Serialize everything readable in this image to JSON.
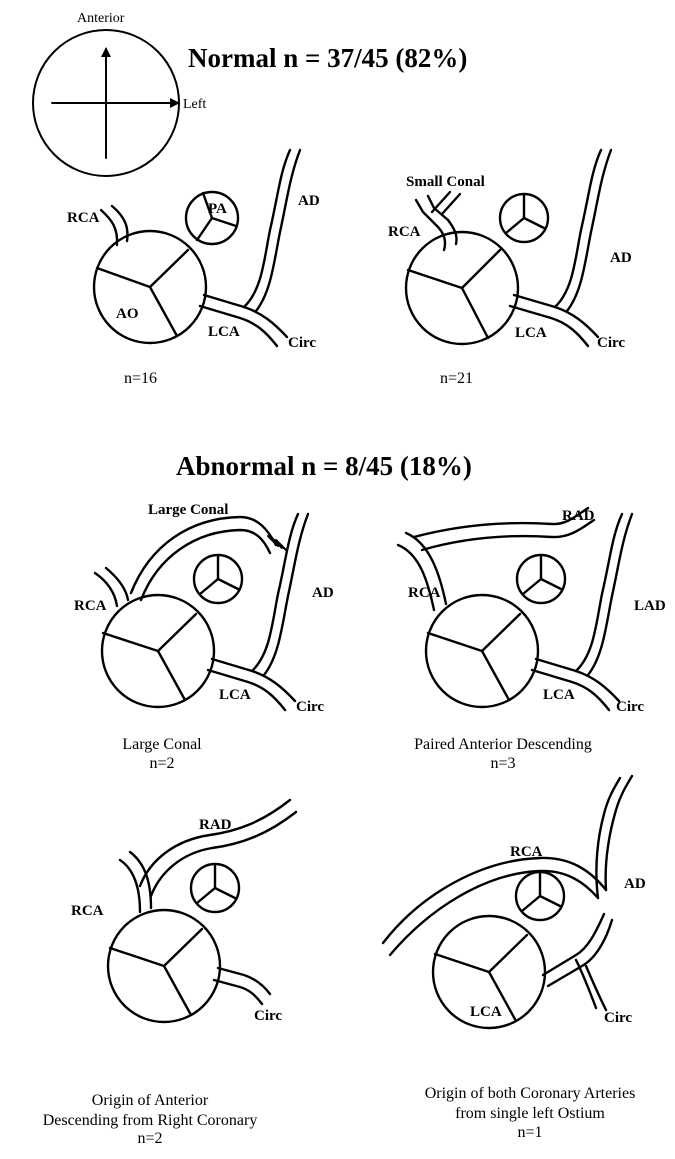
{
  "orientation": {
    "anterior": "Anterior",
    "left": "Left"
  },
  "normal": {
    "heading": "Normal n = 37/45 (82%)",
    "d1": {
      "rca": "RCA",
      "pa": "PA",
      "ad": "AD",
      "ao": "AO",
      "lca": "LCA",
      "circ": "Circ",
      "count": "n=16"
    },
    "d2": {
      "small_conal": "Small Conal",
      "rca": "RCA",
      "ad": "AD",
      "lca": "LCA",
      "circ": "Circ",
      "count": "n=21"
    }
  },
  "abnormal": {
    "heading": "Abnormal n = 8/45 (18%)",
    "d3": {
      "large_conal": "Large Conal",
      "rca": "RCA",
      "ad": "AD",
      "lca": "LCA",
      "circ": "Circ",
      "caption": "Large Conal",
      "count": "n=2"
    },
    "d4": {
      "rad": "RAD",
      "rca": "RCA",
      "lad": "LAD",
      "lca": "LCA",
      "circ": "Circ",
      "caption": "Paired Anterior Descending",
      "count": "n=3"
    },
    "d5": {
      "rad": "RAD",
      "rca": "RCA",
      "circ": "Circ",
      "caption_line1": "Origin of Anterior",
      "caption_line2": "Descending from Right Coronary",
      "count": "n=2"
    },
    "d6": {
      "rca": "RCA",
      "ad": "AD",
      "lca": "LCA",
      "circ": "Circ",
      "caption_line1": "Origin of both Coronary Arteries",
      "caption_line2": "from single left Ostium",
      "count": "n=1"
    }
  }
}
